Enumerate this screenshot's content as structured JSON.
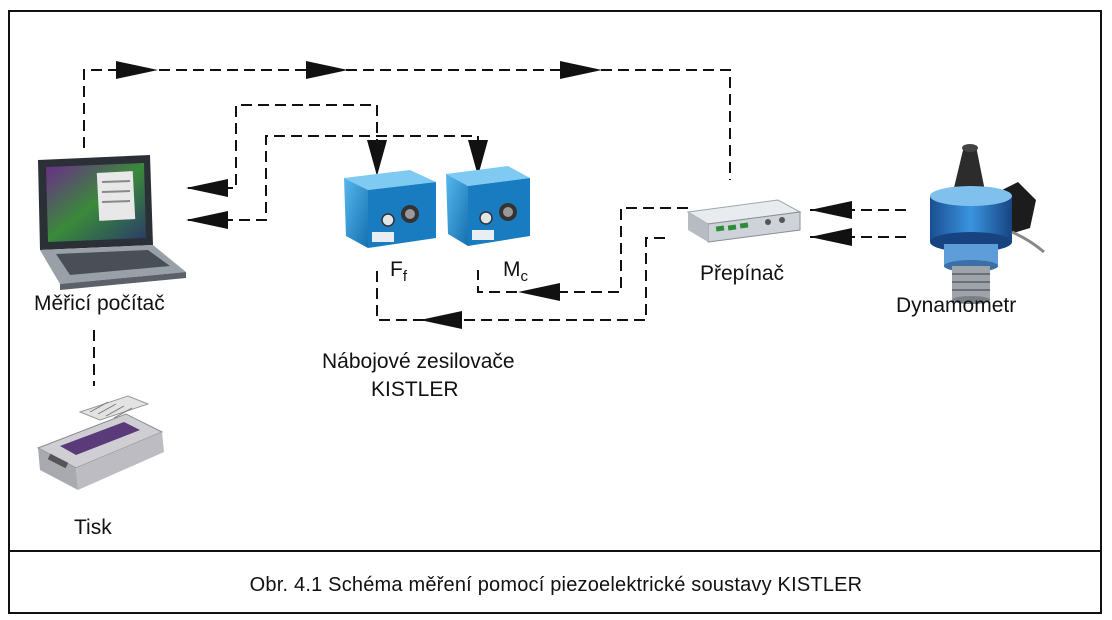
{
  "labels": {
    "computer": "Měřicí počítač",
    "printer": "Tisk",
    "amp_force": "F",
    "amp_force_sub": "f",
    "amp_moment": "M",
    "amp_moment_sub": "c",
    "amplifiers_line1": "Nábojové zesilovače",
    "amplifiers_line2": "KISTLER",
    "switch": "Přepínač",
    "dynamometer": "Dynamometr"
  },
  "caption": "Obr. 4.1 Schéma měření pomocí piezoelektrické soustavy KISTLER",
  "colors": {
    "line": "#111111",
    "amplifier_blue": "#1f8fd0",
    "dynamometer_blue": "#2a78c8"
  }
}
